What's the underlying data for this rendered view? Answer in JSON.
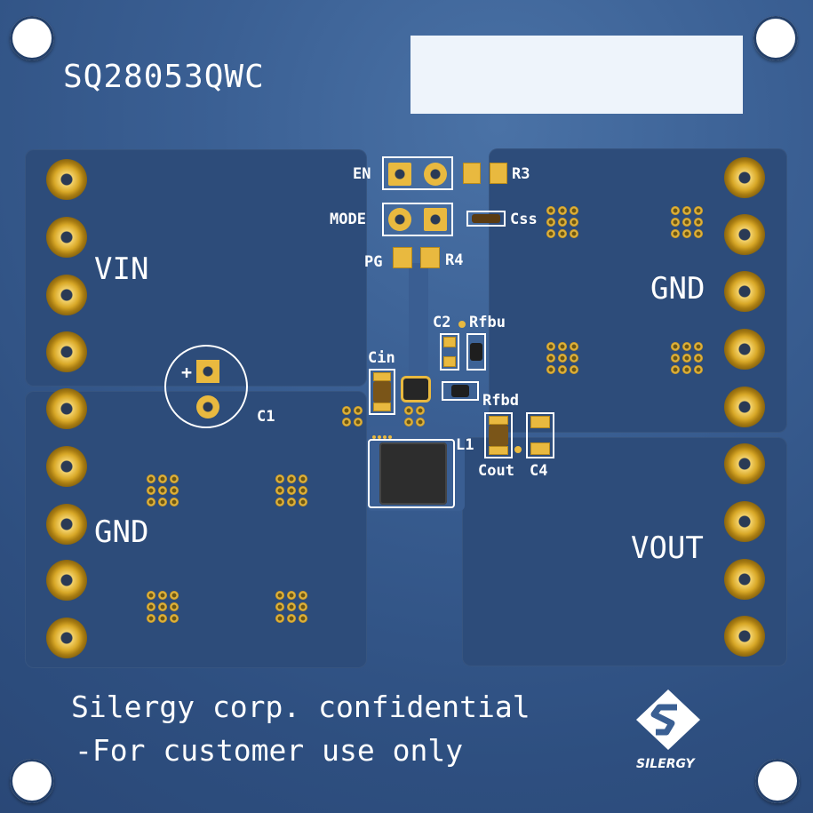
{
  "board": {
    "part_number": "SQ28053QWC",
    "confidential_line1": "Silergy corp. confidential",
    "confidential_line2": "-For customer use only",
    "logo_text": "SILERGY",
    "colors": {
      "board": "#3a5f93",
      "gold": "#e9b93f",
      "silk": "#ffffff"
    }
  },
  "labels": {
    "vin": "VIN",
    "gnd_left": "GND",
    "gnd_right": "GND",
    "vout": "VOUT",
    "en": "EN",
    "mode": "MODE",
    "pg": "PG",
    "r3": "R3",
    "r4": "R4",
    "css": "Css",
    "c2": "C2",
    "rfbu": "Rfbu",
    "cin": "Cin",
    "rfbd": "Rfbd",
    "l1": "L1",
    "cout": "Cout",
    "c4": "C4",
    "c1": "C1",
    "plus": "+"
  }
}
